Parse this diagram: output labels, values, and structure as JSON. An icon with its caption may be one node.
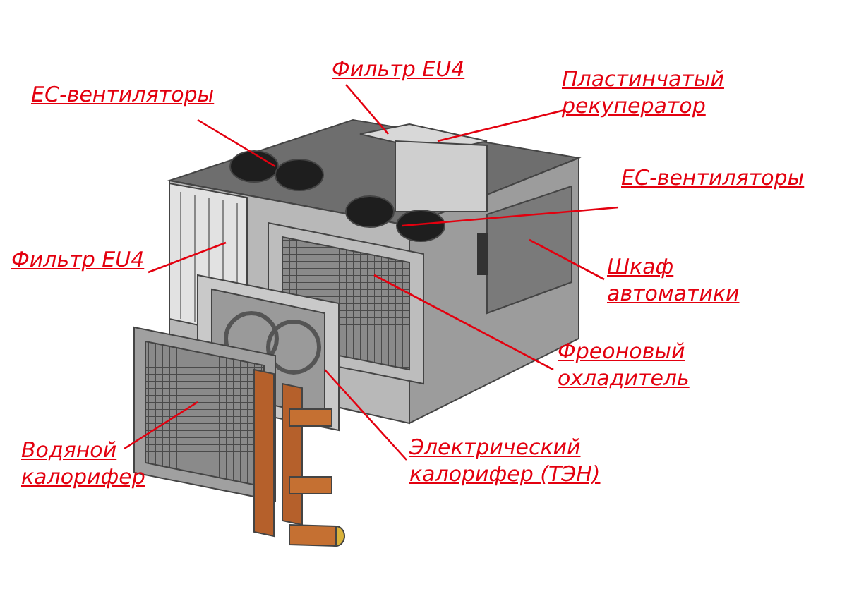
{
  "diagram": {
    "nodes": [
      {
        "text": [
          "EC-вентиляторы"
        ]
      },
      {
        "text": [
          "Фильтр EU4"
        ]
      },
      {
        "text": [
          "Пластинчатый рекуператор"
        ]
      },
      {
        "text": [
          "EC-вентиляторы"
        ]
      },
      {
        "text": [
          "Фильтр EU4"
        ]
      },
      {
        "text": [
          "Шкаф автоматики"
        ]
      },
      {
        "text": [
          "Фреоновый охладитель"
        ]
      },
      {
        "text": [
          "Водяной калорифер"
        ]
      },
      {
        "text": [
          "Электрический калорифер (ТЭН)"
        ]
      }
    ],
    "edges": [
      {
        "from": 0,
        "to": null,
        "arrow": "none"
      },
      {
        "from": 1,
        "to": null,
        "arrow": "none"
      },
      {
        "from": 2,
        "to": null,
        "arrow": "none"
      },
      {
        "from": 3,
        "to": null,
        "arrow": "none"
      },
      {
        "from": 4,
        "to": null,
        "arrow": "none"
      },
      {
        "from": 5,
        "to": null,
        "arrow": "none"
      },
      {
        "from": 6,
        "to": null,
        "arrow": "none"
      },
      {
        "from": 7,
        "to": null,
        "arrow": "none"
      },
      {
        "from": 8,
        "to": null,
        "arrow": "none"
      }
    ]
  }
}
